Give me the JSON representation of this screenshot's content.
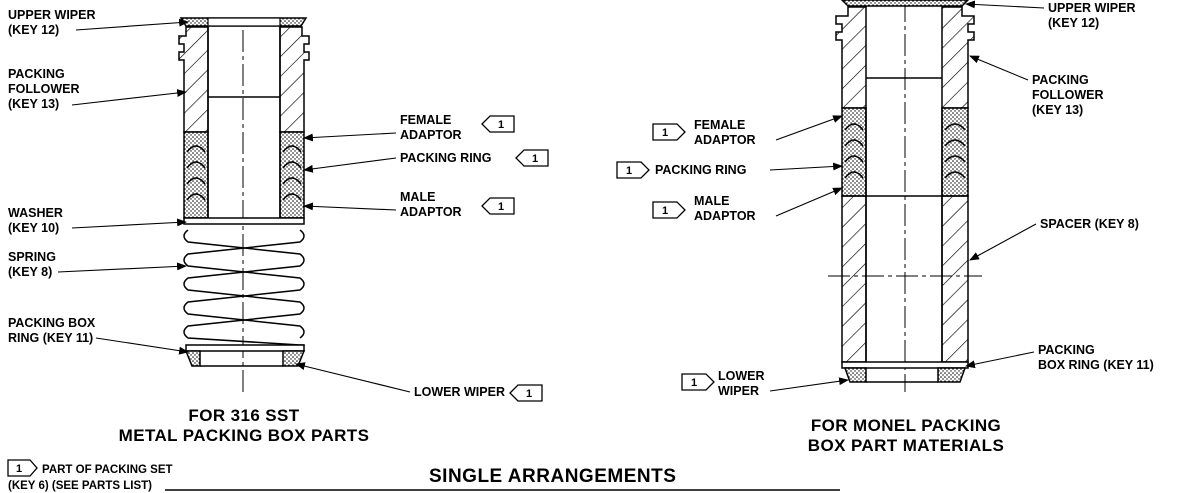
{
  "left_assembly": {
    "caption_line1": "FOR 316 SST",
    "caption_line2": "METAL PACKING BOX PARTS",
    "labels": {
      "upper_wiper_1": "UPPER WIPER",
      "upper_wiper_2": "(KEY 12)",
      "packing_follower_1": "PACKING",
      "packing_follower_2": "FOLLOWER",
      "packing_follower_3": "(KEY 13)",
      "female_adaptor_1": "FEMALE",
      "female_adaptor_2": "ADAPTOR",
      "packing_ring": "PACKING RING",
      "male_adaptor_1": "MALE",
      "male_adaptor_2": "ADAPTOR",
      "washer_1": "WASHER",
      "washer_2": "(KEY 10)",
      "spring_1": "SPRING",
      "spring_2": "(KEY 8)",
      "packing_box_ring_1": "PACKING BOX",
      "packing_box_ring_2": "RING (KEY 11)",
      "lower_wiper": "LOWER WIPER"
    }
  },
  "right_assembly": {
    "caption_line1": "FOR MONEL PACKING",
    "caption_line2": "BOX PART MATERIALS",
    "labels": {
      "upper_wiper_1": "UPPER WIPER",
      "upper_wiper_2": "(KEY 12)",
      "packing_follower_1": "PACKING",
      "packing_follower_2": "FOLLOWER",
      "packing_follower_3": "(KEY 13)",
      "female_adaptor_1": "FEMALE",
      "female_adaptor_2": "ADAPTOR",
      "packing_ring": "PACKING RING",
      "male_adaptor_1": "MALE",
      "male_adaptor_2": "ADAPTOR",
      "spacer": "SPACER (KEY 8)",
      "packing_box_ring_1": "PACKING",
      "packing_box_ring_2": "BOX RING (KEY 11)",
      "lower_wiper_1": "LOWER",
      "lower_wiper_2": "WIPER"
    }
  },
  "flag_number": "1",
  "legend": {
    "line1": "PART OF PACKING SET",
    "line2": "(KEY 6) (SEE PARTS LIST)"
  },
  "title": "SINGLE ARRANGEMENTS"
}
